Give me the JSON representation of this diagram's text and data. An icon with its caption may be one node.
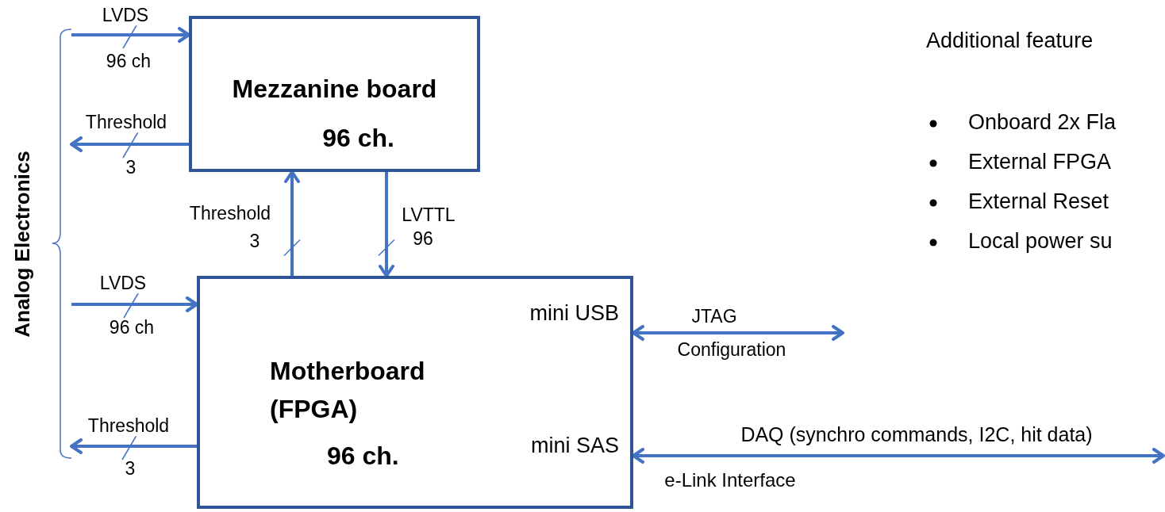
{
  "diagram": {
    "nodes": [
      {
        "text": [
          "Mezzanine board",
          "96 ch."
        ]
      },
      {
        "text": [
          "Motherboard (FPGA)",
          "96 ch.",
          "mini USB",
          "mini SAS"
        ]
      },
      {
        "text": [
          "Analog Electronics"
        ]
      }
    ],
    "edges": [
      {
        "from": 2,
        "to": 0,
        "arrow": "to",
        "label": "LVDS"
      },
      {
        "from": 0,
        "to": 2,
        "arrow": "to",
        "label": "Threshold"
      },
      {
        "from": 1,
        "to": 0,
        "arrow": "to",
        "label": "Threshold"
      },
      {
        "from": 0,
        "to": 1,
        "arrow": "to",
        "label": "LVTTL"
      },
      {
        "from": 2,
        "to": 1,
        "arrow": "to",
        "label": "LVDS"
      },
      {
        "from": 1,
        "to": 2,
        "arrow": "to",
        "label": "Threshold"
      },
      {
        "from": 1,
        "to": null,
        "arrow": "both",
        "label": "JTAG"
      },
      {
        "from": 1,
        "to": null,
        "arrow": "both",
        "label": "DAQ (synchro commands, I2C, hit data)"
      }
    ],
    "labels": [
      "96 ch",
      "3",
      "3",
      "96",
      "96 ch",
      "3",
      "Configuration",
      "e-Link Interface",
      "Additional feature",
      "Onboard 2x Fla",
      "External FPGA",
      "External Reset",
      "Local power su"
    ]
  }
}
